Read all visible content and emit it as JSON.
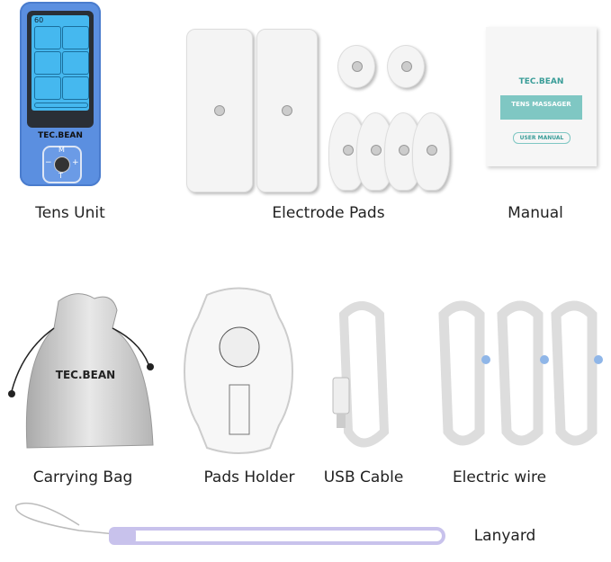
{
  "items": {
    "tens_unit": {
      "label": "Tens Unit",
      "brand": "TEC.BEAN",
      "buttons": {
        "m": "M",
        "t": "T",
        "minus": "−",
        "plus": "+"
      },
      "display_timer": "60"
    },
    "electrode_pads": {
      "label": "Electrode Pads"
    },
    "manual": {
      "label": "Manual",
      "brand": "TEC.BEAN",
      "title": "TENS MASSAGER",
      "badge": "USER MANUAL"
    },
    "carrying_bag": {
      "label": "Carrying Bag",
      "brand": "TEC.BEAN"
    },
    "pads_holder": {
      "label": "Pads Holder"
    },
    "usb_cable": {
      "label": "USB Cable"
    },
    "electric_wire": {
      "label": "Electric wire"
    },
    "lanyard": {
      "label": "Lanyard"
    }
  },
  "colors": {
    "unit_blue": "#5b8fe0",
    "lcd_blue": "#45b8ef",
    "manual_teal": "#7fc7c3",
    "bag_silver": "#c9c9c9",
    "lanyard_purple": "#c8c2ec"
  }
}
